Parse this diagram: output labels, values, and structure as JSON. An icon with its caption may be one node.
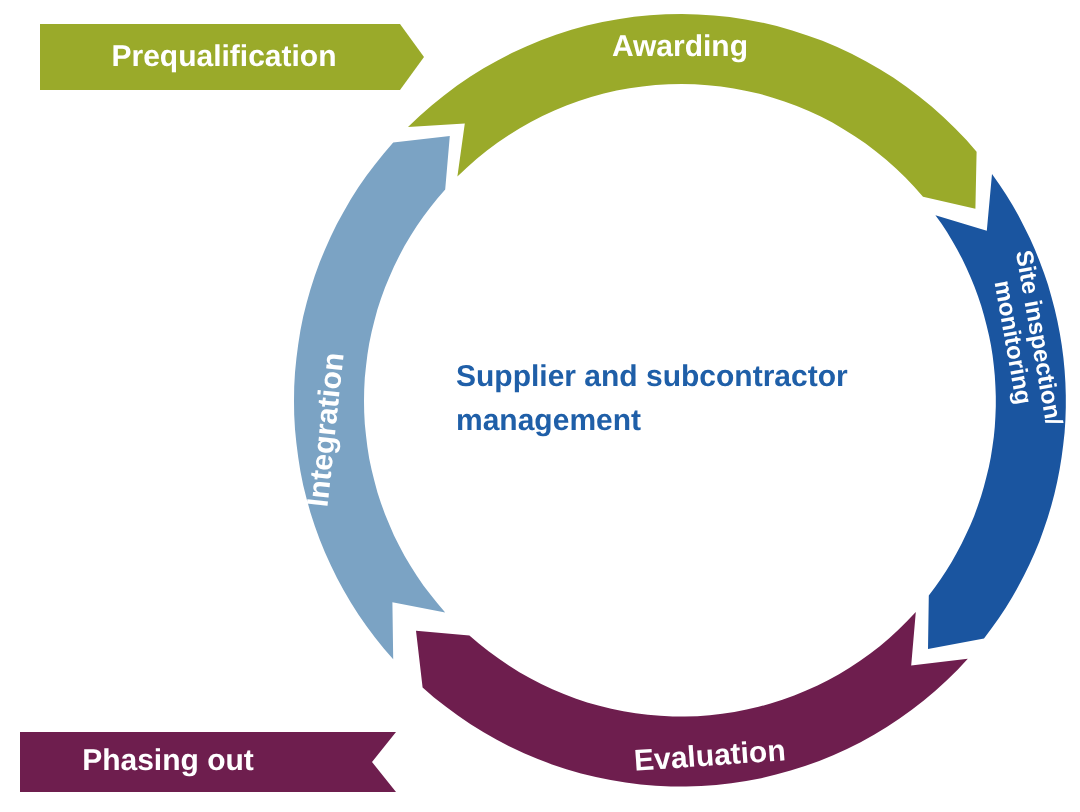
{
  "diagram": {
    "nodes": [
      {
        "text": [
          "Prequalification"
        ]
      },
      {
        "text": [
          "Awarding"
        ]
      },
      {
        "text": [
          "Site inspection/ monitoring"
        ]
      },
      {
        "text": [
          "Evaluation"
        ]
      },
      {
        "text": [
          "Phasing out"
        ]
      },
      {
        "text": [
          "Integration"
        ]
      }
    ],
    "labels": [
      "Supplier and subcontractor management"
    ]
  }
}
